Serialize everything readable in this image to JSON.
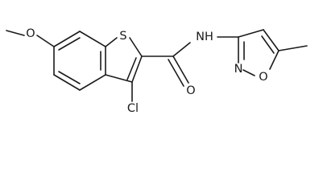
{
  "atoms": {
    "ring_sulfur": "S",
    "methoxy_oxygen": "O",
    "amide_nitrogen": "NH",
    "amide_oxygen": "O",
    "isoxazole_nitrogen": "N",
    "isoxazole_oxygen": "O",
    "chlorine": "Cl"
  }
}
